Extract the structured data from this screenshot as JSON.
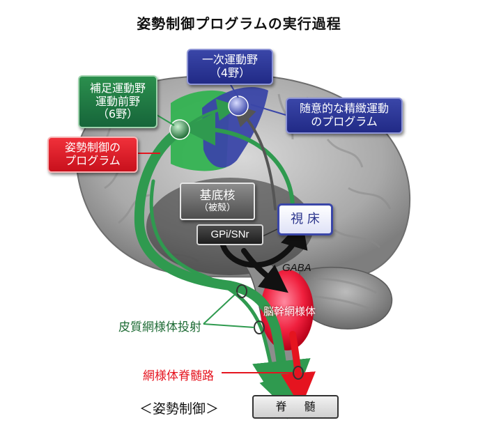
{
  "title": "姿勢制御プログラムの実行過程",
  "labels": {
    "primary_motor_l1": "一次運動野",
    "primary_motor_l2": "（4野）",
    "fine_motor_l1": "随意的な精緻運動",
    "fine_motor_l2": "のプログラム",
    "supplementary_l1": "補足運動野",
    "supplementary_l2": "運動前野",
    "supplementary_l3": "（6野）",
    "posture_program_l1": "姿勢制御の",
    "posture_program_l2": "プログラム",
    "basal_ganglia_l1": "基底核",
    "basal_ganglia_l2": "（被殻）",
    "gpi_snr": "GPi/SNr",
    "thalamus": "視 床",
    "gaba": "GABA",
    "brainstem": "脳幹網様体",
    "corticoreticular": "皮質網様体投射",
    "reticulospinal": "網様体脊髄路",
    "posture_control": "＜姿勢制御＞",
    "spinal_cord": "脊 髄"
  },
  "colors": {
    "green_pathway": "#2f9a4f",
    "blue_region": "#3a46a8",
    "red_pathway": "#e5141f",
    "black_gaba": "#111111"
  }
}
